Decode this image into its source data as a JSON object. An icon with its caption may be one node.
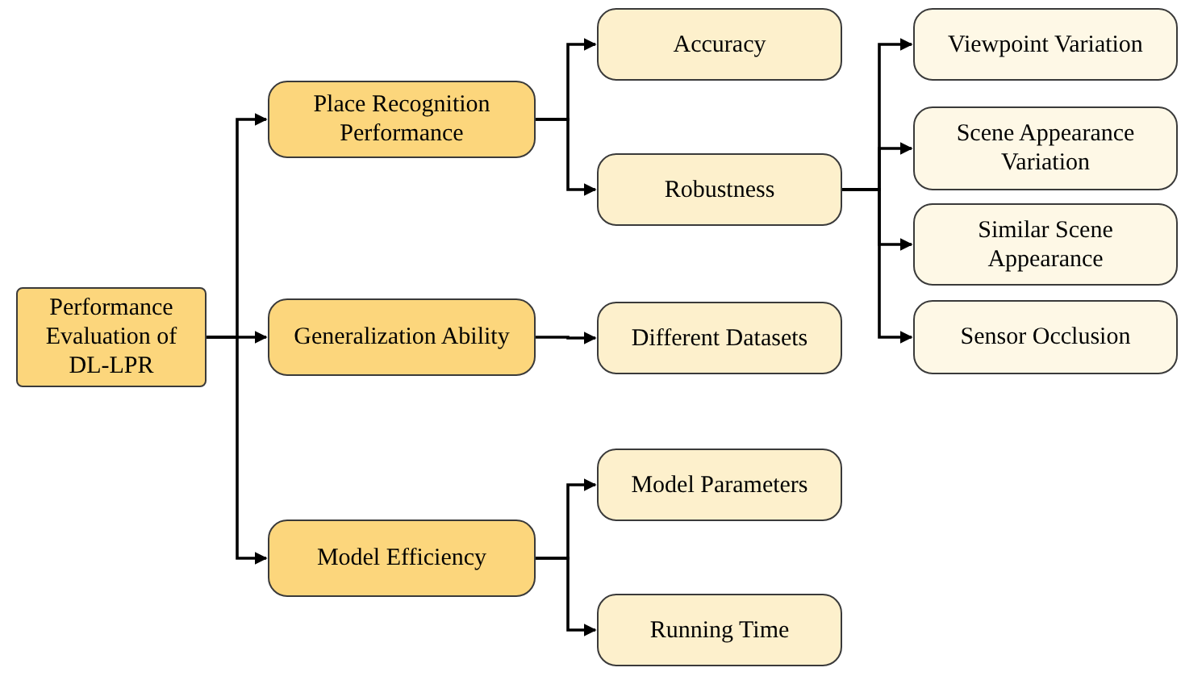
{
  "diagram": {
    "nodes": [
      {
        "text": [
          "Performance Evaluation of DL-LPR"
        ]
      },
      {
        "text": [
          "Place Recognition Performance"
        ]
      },
      {
        "text": [
          "Generalization Ability"
        ]
      },
      {
        "text": [
          "Model Efficiency"
        ]
      },
      {
        "text": [
          "Accuracy"
        ]
      },
      {
        "text": [
          "Robustness"
        ]
      },
      {
        "text": [
          "Different Datasets"
        ]
      },
      {
        "text": [
          "Model Parameters"
        ]
      },
      {
        "text": [
          "Running Time"
        ]
      },
      {
        "text": [
          "Viewpoint Variation"
        ]
      },
      {
        "text": [
          "Scene Appearance Variation"
        ]
      },
      {
        "text": [
          "Similar Scene Appearance"
        ]
      },
      {
        "text": [
          "Sensor Occlusion"
        ]
      }
    ],
    "edges": [
      {
        "from": 0,
        "to": 1,
        "arrow": "to"
      },
      {
        "from": 0,
        "to": 2,
        "arrow": "to"
      },
      {
        "from": 0,
        "to": 3,
        "arrow": "to"
      },
      {
        "from": 1,
        "to": 4,
        "arrow": "to"
      },
      {
        "from": 1,
        "to": 5,
        "arrow": "to"
      },
      {
        "from": 2,
        "to": 6,
        "arrow": "to"
      },
      {
        "from": 3,
        "to": 7,
        "arrow": "to"
      },
      {
        "from": 3,
        "to": 8,
        "arrow": "to"
      },
      {
        "from": 5,
        "to": 9,
        "arrow": "to"
      },
      {
        "from": 5,
        "to": 10,
        "arrow": "to"
      },
      {
        "from": 5,
        "to": 11,
        "arrow": "to"
      },
      {
        "from": 5,
        "to": 12,
        "arrow": "to"
      }
    ]
  }
}
